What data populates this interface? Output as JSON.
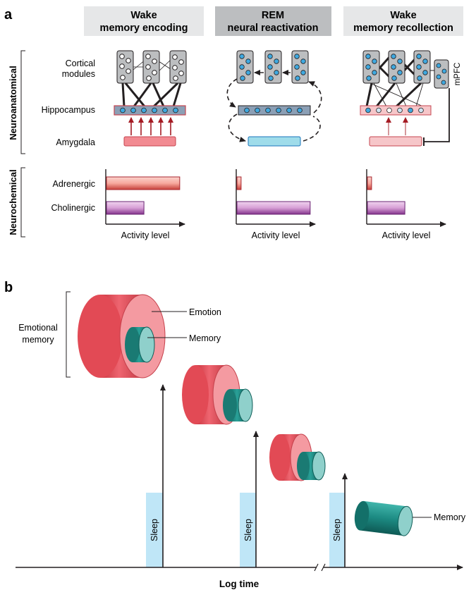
{
  "panel_a": {
    "letter": "a",
    "columns": [
      {
        "line1": "Wake",
        "line2": "memory encoding",
        "adrenergic_level": 0.88,
        "cholinergic_level": 0.45
      },
      {
        "line1": "REM",
        "line2": "neural reactivation",
        "adrenergic_level": 0.05,
        "cholinergic_level": 0.88
      },
      {
        "line1": "Wake",
        "line2": "memory recollection",
        "adrenergic_level": 0.05,
        "cholinergic_level": 0.45
      }
    ],
    "row_groups": {
      "anatomical": "Neuroanatomical",
      "chemical": "Neurochemical"
    },
    "row_labels": {
      "cortical_line1": "Cortical",
      "cortical_line2": "modules",
      "hippocampus": "Hippocampus",
      "amygdala": "Amygdala",
      "adrenergic": "Adrenergic",
      "cholinergic": "Cholinergic"
    },
    "mpfc": "mPFC",
    "axis_label": "Activity level"
  },
  "panel_b": {
    "letter": "b",
    "bracket_line1": "Emotional",
    "bracket_line2": "memory",
    "emotion_label": "Emotion",
    "memory_label": "Memory",
    "final_memory_label": "Memory",
    "sleep_label": "Sleep",
    "x_axis_label": "Log time"
  },
  "colors": {
    "header_light": "#e6e7e8",
    "header_dark": "#bcbec0",
    "emotion_red": "#e8525d",
    "memory_teal": "#1d8a83",
    "adrenergic": "#d94a4a",
    "cholinergic": "#9a3d9a",
    "hippocampus": "#8ea6bd",
    "amygdala": "#f59aa0",
    "sleep_blue": "#bfe6f7",
    "node_blue": "#3fa9e0"
  }
}
